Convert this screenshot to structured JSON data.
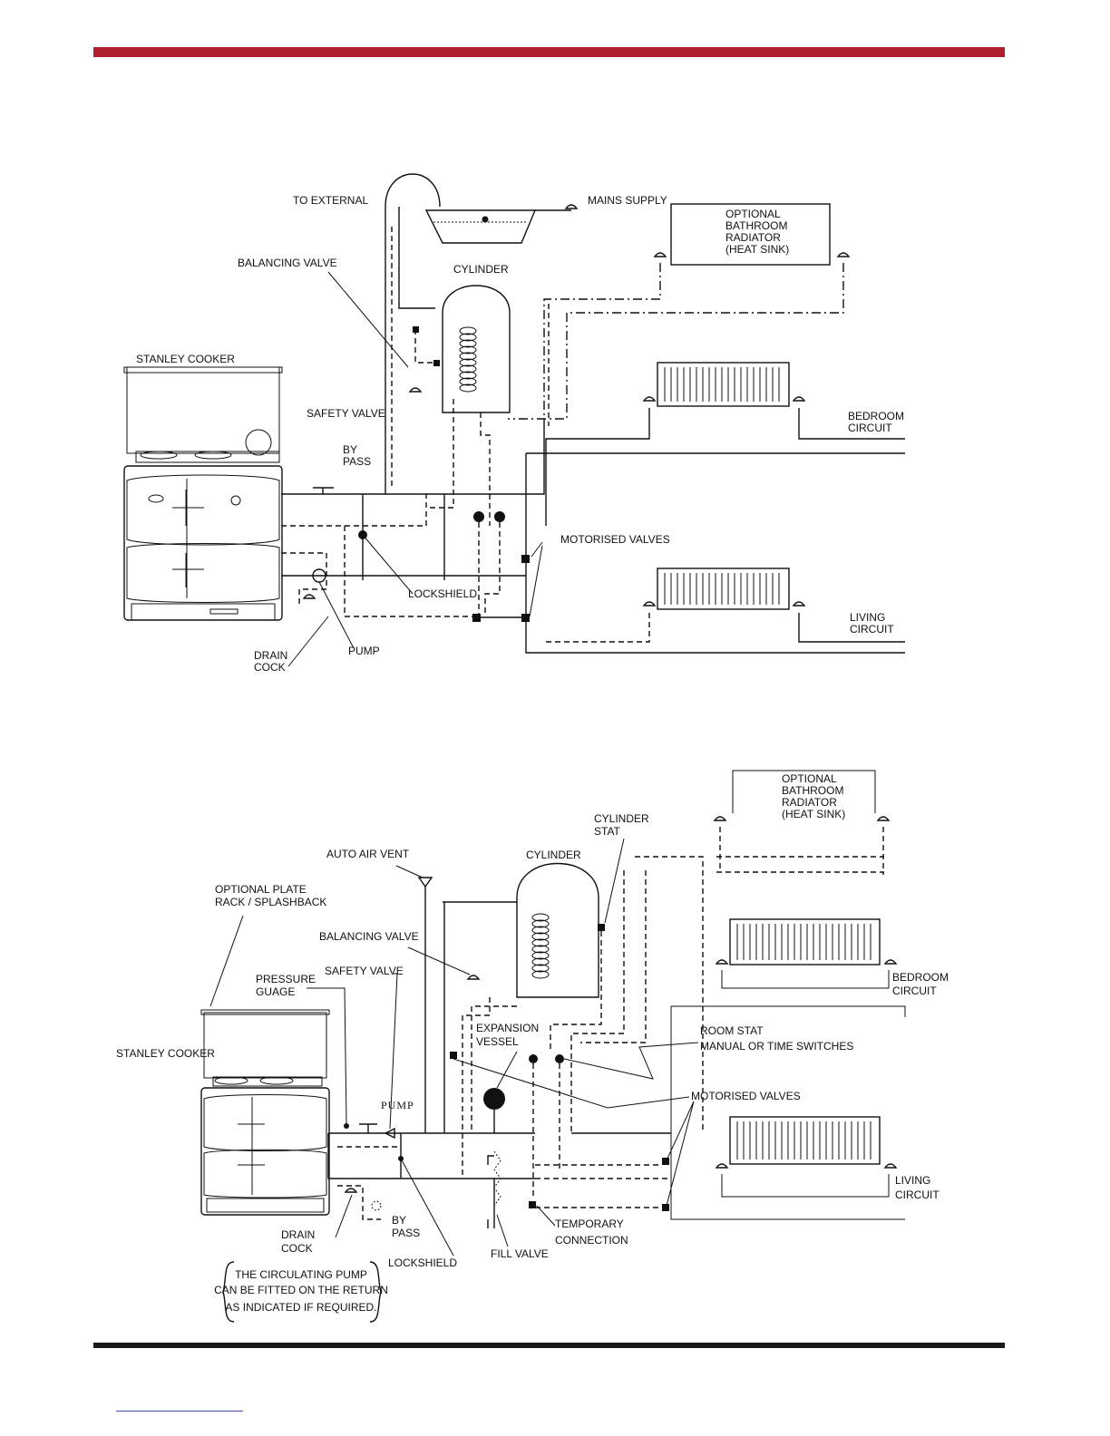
{
  "colors": {
    "header_bar": "#b0202e",
    "footer_bar": "#1a1a1a",
    "ink": "#111111"
  },
  "diagram1": {
    "to_external": "TO EXTERNAL",
    "mains_supply": "MAINS SUPPLY",
    "bath_radiator": [
      "OPTIONAL",
      "BATHROOM",
      "RADIATOR",
      "(HEAT SINK)"
    ],
    "balancing_valve": "BALANCING VALVE",
    "cylinder": "CYLINDER",
    "stanley_cooker": "STANLEY COOKER",
    "safety_valve": "SAFETY VALVE",
    "by_pass": [
      "BY",
      "PASS"
    ],
    "bedroom_circuit": [
      "BEDROOM",
      "CIRCUIT"
    ],
    "motorised_valves": "MOTORISED VALVES",
    "lockshield": "LOCKSHIELD",
    "living_circuit": [
      "LIVING",
      "CIRCUIT"
    ],
    "drain_cock": [
      "DRAIN",
      "COCK"
    ],
    "pump": "PUMP"
  },
  "diagram2": {
    "bath_radiator": [
      "OPTIONAL",
      "BATHROOM",
      "RADIATOR",
      "(HEAT SINK)"
    ],
    "cylinder_stat": [
      "CYLINDER",
      "STAT"
    ],
    "auto_air_vent": "AUTO AIR VENT",
    "cylinder": "CYLINDER",
    "optional_plate_rack": [
      "OPTIONAL PLATE",
      "RACK / SPLASHBACK"
    ],
    "balancing_valve": "BALANCING VALVE",
    "pressure_gauge": [
      "PRESSURE",
      "GUAGE"
    ],
    "safety_valve": "SAFETY VALVE",
    "bedroom_circuit": [
      "BEDROOM",
      "CIRCUIT"
    ],
    "stanley_cooker": "STANLEY COOKER",
    "expansion_vessel": [
      "EXPANSION",
      "VESSEL"
    ],
    "room_stat": [
      "ROOM STAT",
      "MANUAL OR TIME SWITCHES"
    ],
    "pump": "PUMP",
    "motorised_valves": "MOTORISED VALVES",
    "living_circuit": [
      "LIVING",
      "CIRCUIT"
    ],
    "drain_cock": [
      "DRAIN",
      "COCK"
    ],
    "by_pass": [
      "BY",
      "PASS"
    ],
    "temporary_connection": [
      "TEMPORARY",
      "CONNECTION"
    ],
    "lockshield": "LOCKSHIELD",
    "fill_valve": "FILL VALVE",
    "note": [
      "THE CIRCULATING PUMP",
      "CAN BE FITTED ON THE RETURN",
      "AS INDICATED IF REQUIRED."
    ]
  }
}
